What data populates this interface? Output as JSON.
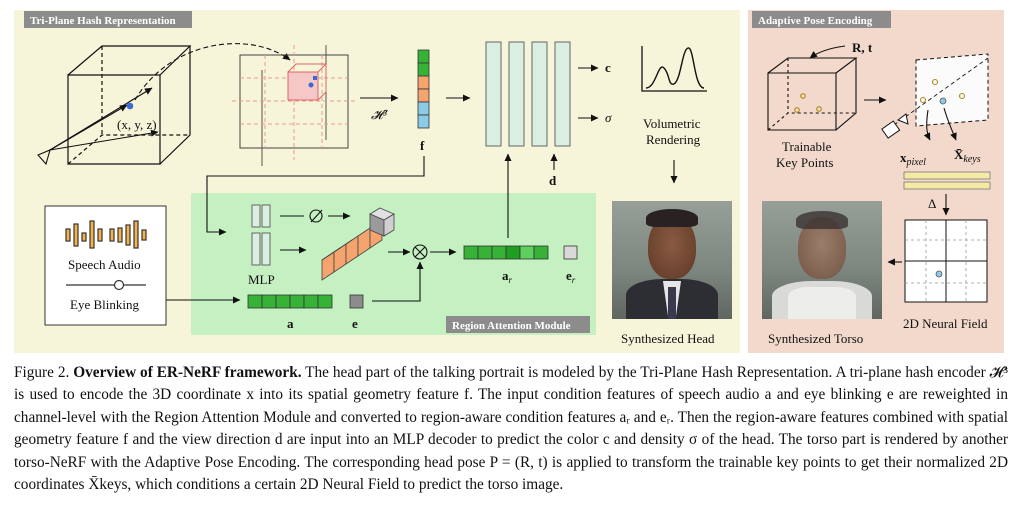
{
  "panels": {
    "triplane": "Tri-Plane Hash Representation",
    "adaptive": "Adaptive Pose Encoding",
    "region": "Region Attention Module"
  },
  "labels": {
    "coord": "(x, y, z)",
    "hash": "𝓗³",
    "f": "f",
    "c": "c",
    "sigma": "σ",
    "d": "d",
    "volumetric_1": "Volumetric",
    "volumetric_2": "Rendering",
    "speech_audio": "Speech Audio",
    "eye_blinking": "Eye Blinking",
    "mlp": "MLP",
    "a": "a",
    "e": "e",
    "ar": "a",
    "ar_sub": "r",
    "er": "e",
    "er_sub": "r",
    "synth_head": "Synthesized Head",
    "synth_torso": "Synthesized Torso",
    "pose_R": "R, t",
    "trainable_1": "Trainable",
    "trainable_2": "Key Points",
    "xpixel": "x",
    "xpixel_sub": "pixel",
    "xkeys": "X̄",
    "xkeys_sub": "keys",
    "delta": "Δ",
    "neural_field": "2D Neural Field"
  },
  "colors": {
    "triplane_panel": "#f6f4d9",
    "adaptive_panel": "#f2d9cc",
    "region_panel": "#c5f0c2",
    "header_bg": "#8c8c8c",
    "green_feat": "#36b336",
    "orange_feat": "#f5a46d",
    "blue_feat": "#8ccbe6",
    "mlp_block": "#dbeee2",
    "plane_red": "#e89898"
  },
  "caption": {
    "lead": "Figure 2. ",
    "title": "Overview of ER-NeRF framework.",
    "text": " The head part of the talking portrait is modeled by the Tri-Plane Hash Representation. A tri-plane hash encoder 𝓗³ is used to encode the 3D coordinate x into its spatial geometry feature f. The input condition features of speech audio a and eye blinking e are reweighted in channel-level with the Region Attention Module and converted to region-aware condition features aᵣ and eᵣ. Then the region-aware features combined with spatial geometry feature f and the view direction d are input into an MLP decoder to predict the color c and density σ of the head. The torso part is rendered by another torso-NeRF with the Adaptive Pose Encoding. The corresponding head pose P = (R, t) is applied to transform the trainable key points to get their normalized 2D coordinates X̄keys, which conditions a certain 2D Neural Field to predict the torso image."
  }
}
